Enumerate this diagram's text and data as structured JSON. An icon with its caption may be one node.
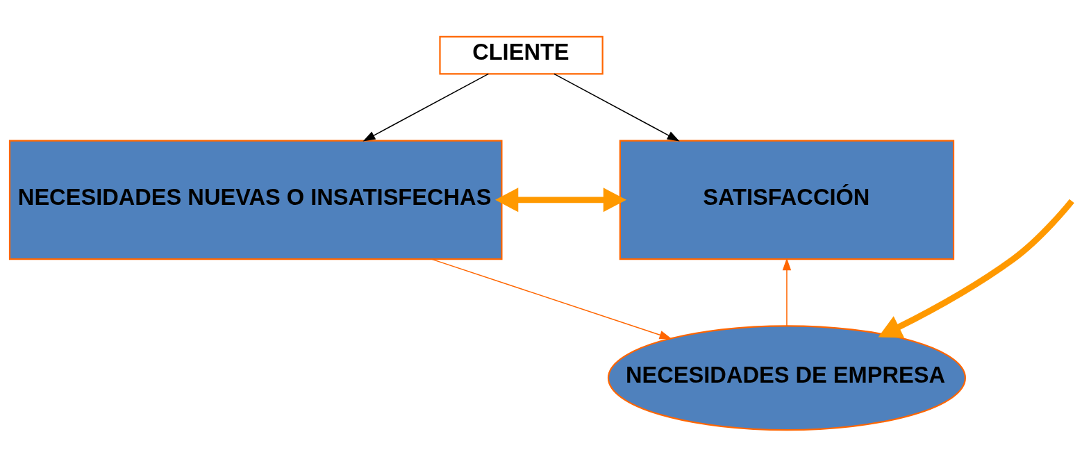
{
  "diagram": {
    "nodes": [
      {
        "text": [
          "CLIENTE"
        ]
      },
      {
        "text": [
          "NECESIDADES NUEVAS O INSATISFECHAS"
        ]
      },
      {
        "text": [
          "SATISFACCIÓN"
        ]
      },
      {
        "text": [
          "NECESIDADES DE EMPRESA"
        ]
      }
    ],
    "edges": [
      {
        "from": 0,
        "to": 1,
        "arrow": "to",
        "color": "#000000"
      },
      {
        "from": 0,
        "to": 2,
        "arrow": "to",
        "color": "#000000"
      },
      {
        "from": 1,
        "to": 2,
        "arrow": "both",
        "style": "thick",
        "color": "#ff9900"
      },
      {
        "from": null,
        "to": 3,
        "arrow": "to",
        "style": "thick",
        "color": "#ff9900"
      },
      {
        "from": 1,
        "to": 3,
        "arrow": "to",
        "color": "#ff6600"
      },
      {
        "from": 3,
        "to": 2,
        "arrow": "to",
        "color": "#ff6600"
      }
    ]
  }
}
